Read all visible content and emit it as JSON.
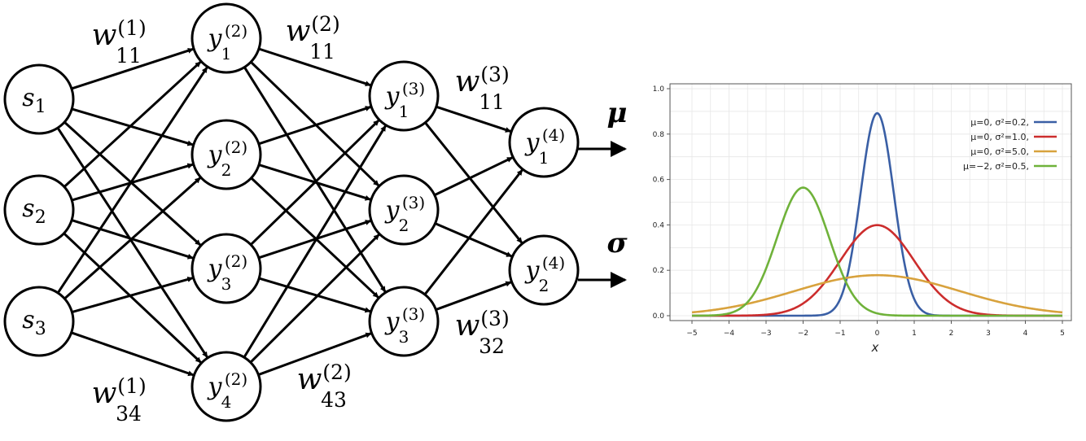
{
  "network": {
    "nodes": [
      {
        "id": "s1",
        "base": "s",
        "sub": "1",
        "sup": ""
      },
      {
        "id": "s2",
        "base": "s",
        "sub": "2",
        "sup": ""
      },
      {
        "id": "s3",
        "base": "s",
        "sub": "3",
        "sup": ""
      },
      {
        "id": "y21",
        "base": "y",
        "sub": "1",
        "sup": "(2)"
      },
      {
        "id": "y22",
        "base": "y",
        "sub": "2",
        "sup": "(2)"
      },
      {
        "id": "y23",
        "base": "y",
        "sub": "3",
        "sup": "(2)"
      },
      {
        "id": "y24",
        "base": "y",
        "sub": "4",
        "sup": "(2)"
      },
      {
        "id": "y31",
        "base": "y",
        "sub": "1",
        "sup": "(3)"
      },
      {
        "id": "y32",
        "base": "y",
        "sub": "2",
        "sup": "(3)"
      },
      {
        "id": "y33",
        "base": "y",
        "sub": "3",
        "sup": "(3)"
      },
      {
        "id": "y41",
        "base": "y",
        "sub": "1",
        "sup": "(4)"
      },
      {
        "id": "y42",
        "base": "y",
        "sub": "2",
        "sup": "(4)"
      }
    ],
    "weights": [
      {
        "id": "w1_11",
        "base": "w",
        "sub": "11",
        "sup": "(1)"
      },
      {
        "id": "w1_34",
        "base": "w",
        "sub": "34",
        "sup": "(1)"
      },
      {
        "id": "w2_11",
        "base": "w",
        "sub": "11",
        "sup": "(2)"
      },
      {
        "id": "w2_43",
        "base": "w",
        "sub": "43",
        "sup": "(2)"
      },
      {
        "id": "w3_11",
        "base": "w",
        "sub": "11",
        "sup": "(3)"
      },
      {
        "id": "w3_32",
        "base": "w",
        "sub": "32",
        "sup": "(3)"
      }
    ],
    "outputs": [
      {
        "id": "mu",
        "label": "μ"
      },
      {
        "id": "sigma",
        "label": "σ"
      }
    ]
  },
  "chart_data": {
    "type": "line",
    "title": "",
    "xlabel": "x",
    "ylabel": "",
    "xlim": [
      -5,
      5
    ],
    "ylim": [
      0,
      1.0
    ],
    "xticks": [
      -5,
      -4,
      -3,
      -2,
      -1,
      0,
      1,
      2,
      3,
      4,
      5
    ],
    "yticks": [
      0.0,
      0.2,
      0.4,
      0.6,
      0.8,
      1.0
    ],
    "grid": true,
    "legend_position": "top-right",
    "series": [
      {
        "name": "μ=0,   σ²=0.2,",
        "mu": 0,
        "variance": 0.2,
        "color": "#3a5fa5"
      },
      {
        "name": "μ=0,   σ²=1.0,",
        "mu": 0,
        "variance": 1.0,
        "color": "#cc2d2d"
      },
      {
        "name": "μ=0,   σ²=5.0,",
        "mu": 0,
        "variance": 5.0,
        "color": "#d8a23d"
      },
      {
        "name": "μ=−2, σ²=0.5,",
        "mu": -2,
        "variance": 0.5,
        "color": "#6fb23a"
      }
    ]
  }
}
